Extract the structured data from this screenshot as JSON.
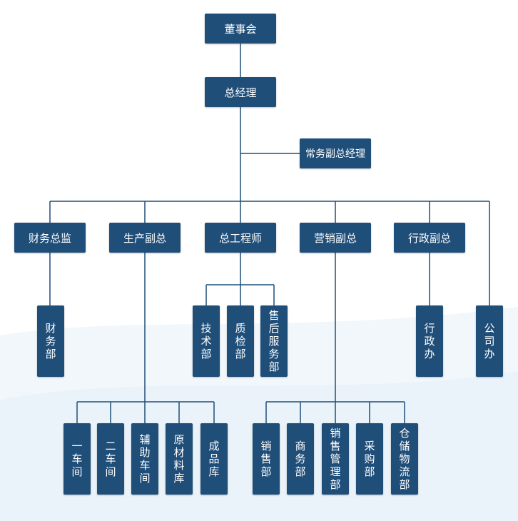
{
  "board": "董事会",
  "general_manager": "总经理",
  "executive_deputy": "常务副总经理",
  "level2": {
    "finance_director": "财务总监",
    "production_vp": "生产副总",
    "chief_engineer": "总工程师",
    "marketing_vp": "营销副总",
    "admin_vp": "行政副总"
  },
  "departments": {
    "finance": "财务部",
    "tech": "技术部",
    "quality": "质检部",
    "after_sales": "售后服务部",
    "admin": "行政办",
    "company_office": "公司办"
  },
  "production_units": {
    "workshop1": "一车间",
    "workshop2": "二车间",
    "aux_workshop": "辅助车间",
    "raw_material": "原材料库",
    "finished_goods": "成品库"
  },
  "marketing_units": {
    "sales": "销售部",
    "business": "商务部",
    "sales_mgmt": "销售管理部",
    "purchasing": "采购部",
    "warehouse": "仓储物流部"
  },
  "colors": {
    "box": "#1f4e79",
    "line": "#1f4e79",
    "text": "#ffffff",
    "swoosh": "#eaf3f9"
  }
}
